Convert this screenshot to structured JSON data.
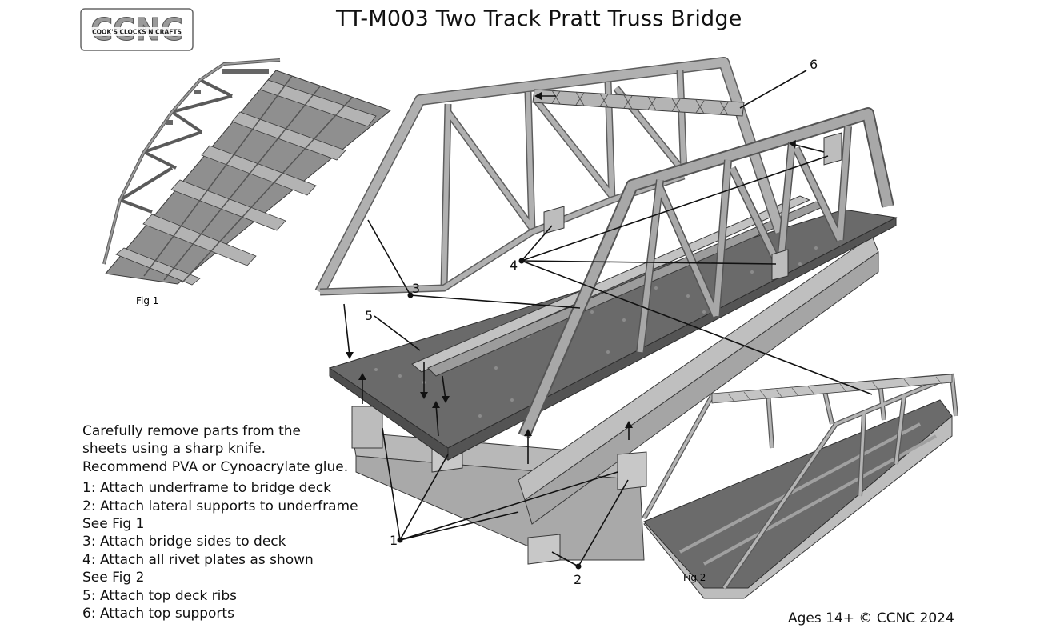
{
  "logo": {
    "text": "CCNC",
    "subtext": "COOK'S CLOCKS N CRAFTS"
  },
  "title": "TT-M003 Two Track Pratt Truss Bridge",
  "figures": [
    {
      "caption": "Fig 1"
    },
    {
      "caption": "Fig 2"
    }
  ],
  "callouts": [
    "1",
    "2",
    "3",
    "4",
    "5",
    "6"
  ],
  "instructions": {
    "intro": [
      "Carefully remove parts from the",
      "sheets using a sharp knife.",
      "Recommend PVA or Cynoacrylate glue."
    ],
    "steps": [
      "1: Attach underframe to bridge deck",
      "2: Attach lateral supports to underframe",
      "See Fig 1",
      "3: Attach bridge sides to deck",
      "4: Attach all rivet plates as shown",
      "See Fig 2",
      "5: Attach top deck ribs",
      "6: Attach top supports"
    ]
  },
  "footer": "Ages 14+  © CCNC 2024",
  "colors": {
    "truss": "#a8a8a8",
    "truss_dark": "#7c7c7c",
    "deck": "#6e6e6e",
    "underframe": "#b5b5b5",
    "outline": "#3a3a3a"
  }
}
